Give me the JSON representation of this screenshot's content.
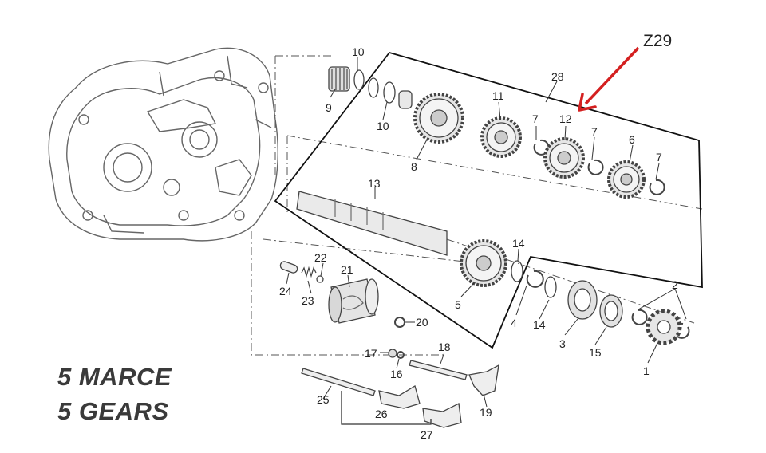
{
  "callout": {
    "text": "Z29",
    "arrow_color": "#d42020"
  },
  "caption": {
    "line1": "5 MARCE",
    "line2": "5 GEARS"
  },
  "part_numbers": [
    "1",
    "2",
    "3",
    "4",
    "5",
    "6",
    "7",
    "8",
    "9",
    "10",
    "11",
    "12",
    "13",
    "14",
    "15",
    "16",
    "17",
    "18",
    "19",
    "20",
    "21",
    "22",
    "23",
    "24",
    "25",
    "26",
    "27",
    "28"
  ],
  "labels": {
    "p1": "1",
    "p2": "2",
    "p3": "3",
    "p4": "4",
    "p5": "5",
    "p6": "6",
    "p7a": "7",
    "p7b": "7",
    "p7c": "7",
    "p8": "8",
    "p9": "9",
    "p10a": "10",
    "p10b": "10",
    "p11": "11",
    "p12": "12",
    "p13": "13",
    "p14a": "14",
    "p14b": "14",
    "p15": "15",
    "p16": "16",
    "p17": "17",
    "p18": "18",
    "p19": "19",
    "p20": "20",
    "p21": "21",
    "p22": "22",
    "p23": "23",
    "p24": "24",
    "p25": "25",
    "p26": "26",
    "p27": "27",
    "p28": "28"
  },
  "colors": {
    "line": "#333333",
    "part_stroke": "#444444",
    "part_fill": "#f4f4f4",
    "arrow": "#d42020"
  }
}
